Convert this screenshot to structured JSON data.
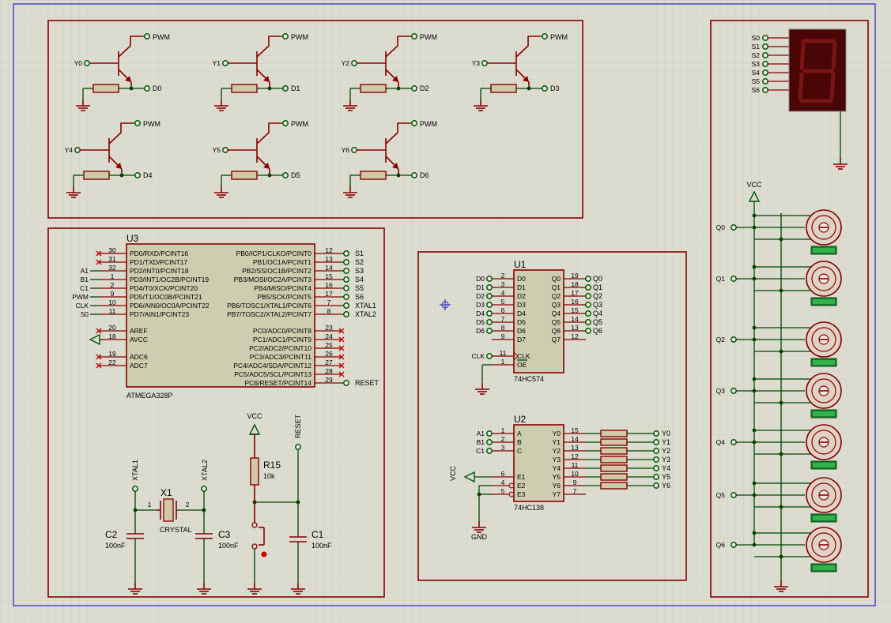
{
  "transistor_labels": {
    "pwm": "PWM",
    "inputs": [
      "Y0",
      "Y1",
      "Y2",
      "Y3",
      "Y4",
      "Y5",
      "Y6"
    ],
    "outputs": [
      "D0",
      "D1",
      "D2",
      "D3",
      "D4",
      "D5",
      "D6"
    ]
  },
  "u3": {
    "ref": "U3",
    "part": "ATMEGA328P",
    "left_pins": [
      {
        "num": "30",
        "name": "PD0/RXD/PCINT16",
        "net": ""
      },
      {
        "num": "31",
        "name": "PD1/TXD/PCINT17",
        "net": ""
      },
      {
        "num": "32",
        "name": "PD2/INT0/PCINT18",
        "net": "A1"
      },
      {
        "num": "1",
        "name": "PD3/INT1/OC2B/PCINT19",
        "net": "B1"
      },
      {
        "num": "2",
        "name": "PD4/T0/XCK/PCINT20",
        "net": "C1"
      },
      {
        "num": "9",
        "name": "PD5/T1/OC0B/PCINT21",
        "net": "PWM"
      },
      {
        "num": "10",
        "name": "PD6/AIN0/OC0A/PCINT22",
        "net": "CLK"
      },
      {
        "num": "11",
        "name": "PD7/AIN1/PCINT23",
        "net": "S0"
      },
      {
        "num": "20",
        "name": "AREF",
        "net": ""
      },
      {
        "num": "18",
        "name": "AVCC",
        "net": ""
      },
      {
        "num": "19",
        "name": "ADC6",
        "net": ""
      },
      {
        "num": "22",
        "name": "ADC7",
        "net": ""
      }
    ],
    "right_pins": [
      {
        "num": "12",
        "name": "PB0/ICP1/CLKO/PCINT0",
        "net": "S1"
      },
      {
        "num": "13",
        "name": "PB1/OC1A/PCINT1",
        "net": "S2"
      },
      {
        "num": "14",
        "name": "PB2/SS/OC1B/PCINT2",
        "net": "S3"
      },
      {
        "num": "15",
        "name": "PB3/MOSI/OC2A/PCINT3",
        "net": "S4"
      },
      {
        "num": "16",
        "name": "PB4/MISO/PCINT4",
        "net": "S5"
      },
      {
        "num": "17",
        "name": "PB5/SCK/PCINT5",
        "net": "S6"
      },
      {
        "num": "7",
        "name": "PB6/TOSC1/XTAL1/PCINT6",
        "net": "XTAL1"
      },
      {
        "num": "8",
        "name": "PB7/TOSC2/XTAL2/PCINT7",
        "net": "XTAL2"
      },
      {
        "num": "23",
        "name": "PC0/ADC0/PCINT8",
        "net": ""
      },
      {
        "num": "24",
        "name": "PC1/ADC1/PCINT9",
        "net": ""
      },
      {
        "num": "25",
        "name": "PC2/ADC2/PCINT10",
        "net": ""
      },
      {
        "num": "26",
        "name": "PC3/ADC3/PCINT11",
        "net": ""
      },
      {
        "num": "27",
        "name": "PC4/ADC4/SDA/PCINT12",
        "net": ""
      },
      {
        "num": "28",
        "name": "PC5/ADC5/SCL/PCINT13",
        "net": ""
      },
      {
        "num": "29",
        "name": "PC6/RESET/PCINT14",
        "net": "RESET"
      }
    ]
  },
  "u1": {
    "ref": "U1",
    "part": "74HC574",
    "left_pins": [
      {
        "num": "2",
        "name": "D0",
        "net": "D0"
      },
      {
        "num": "3",
        "name": "D1",
        "net": "D1"
      },
      {
        "num": "4",
        "name": "D2",
        "net": "D2"
      },
      {
        "num": "5",
        "name": "D3",
        "net": "D3"
      },
      {
        "num": "6",
        "name": "D4",
        "net": "D4"
      },
      {
        "num": "7",
        "name": "D5",
        "net": "D5"
      },
      {
        "num": "8",
        "name": "D6",
        "net": "D6"
      },
      {
        "num": "9",
        "name": "D7",
        "net": ""
      }
    ],
    "right_pins": [
      {
        "num": "19",
        "name": "Q0",
        "net": "Q0"
      },
      {
        "num": "18",
        "name": "Q1",
        "net": "Q1"
      },
      {
        "num": "17",
        "name": "Q2",
        "net": "Q2"
      },
      {
        "num": "16",
        "name": "Q3",
        "net": "Q3"
      },
      {
        "num": "15",
        "name": "Q4",
        "net": "Q4"
      },
      {
        "num": "14",
        "name": "Q5",
        "net": "Q5"
      },
      {
        "num": "13",
        "name": "Q6",
        "net": "Q6"
      },
      {
        "num": "12",
        "name": "Q7",
        "net": ""
      }
    ],
    "clk": {
      "num": "11",
      "name": "CLK",
      "net": "CLK"
    },
    "oe": {
      "num": "1",
      "name": "OE"
    }
  },
  "u2": {
    "ref": "U2",
    "part": "74HC138",
    "left_pins": [
      {
        "num": "1",
        "name": "A",
        "net": "A1"
      },
      {
        "num": "2",
        "name": "B",
        "net": "B1"
      },
      {
        "num": "3",
        "name": "C",
        "net": "C1"
      },
      {
        "num": "6",
        "name": "E1",
        "net": ""
      },
      {
        "num": "4",
        "name": "E2",
        "net": ""
      },
      {
        "num": "5",
        "name": "E3",
        "net": ""
      }
    ],
    "right_pins": [
      {
        "num": "15",
        "name": "Y0",
        "net": "Y0"
      },
      {
        "num": "14",
        "name": "Y1",
        "net": "Y1"
      },
      {
        "num": "13",
        "name": "Y2",
        "net": "Y2"
      },
      {
        "num": "12",
        "name": "Y3",
        "net": "Y3"
      },
      {
        "num": "11",
        "name": "Y4",
        "net": "Y4"
      },
      {
        "num": "10",
        "name": "Y5",
        "net": "Y5"
      },
      {
        "num": "9",
        "name": "Y6",
        "net": "Y6"
      },
      {
        "num": "7",
        "name": "Y7",
        "net": ""
      }
    ],
    "vcc": "VCC",
    "gnd": "GND"
  },
  "power": {
    "vcc": "VCC",
    "reset": "RESET",
    "r15_ref": "R15",
    "r15_val": "10k",
    "x1_ref": "X1",
    "x1_val": "CRYSTAL",
    "xtal1": "XTAL1",
    "xtal2": "XTAL2",
    "c1_ref": "C1",
    "c1_val": "100nF",
    "c2_ref": "C2",
    "c2_val": "100nF",
    "c3_ref": "C3",
    "c3_val": "100nF",
    "x1_pin1": "1",
    "x1_pin2": "2"
  },
  "display": {
    "segments": [
      "S0",
      "S1",
      "S2",
      "S3",
      "S4",
      "S5",
      "S6"
    ],
    "vcc": "VCC",
    "q_nets": [
      "Q0",
      "Q1",
      "Q2",
      "Q3",
      "Q4",
      "Q5",
      "Q6"
    ]
  },
  "colors": {
    "background": "#dcdcd0",
    "grid": "#c6c6b8",
    "wire": "#004400",
    "component": "#880000",
    "chip_fill": "#cfcdb0",
    "frame": "#2222cc"
  }
}
